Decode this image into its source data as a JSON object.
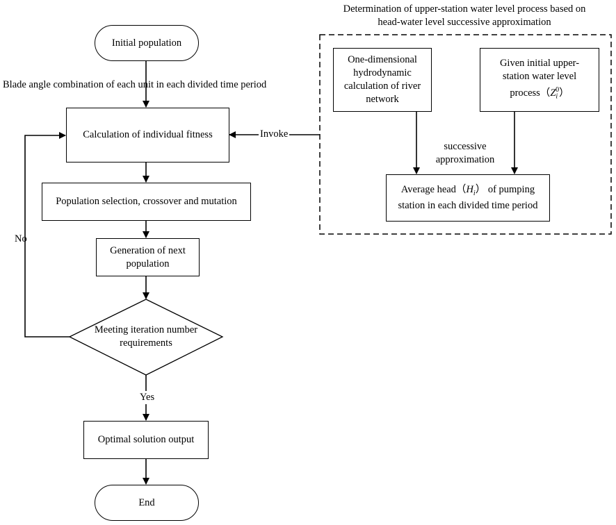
{
  "panel": {
    "title_line1": "Determination of upper-station water level process based on",
    "title_line2": "head-water level successive approximation",
    "box_left": {
      "line1": "One-dimensional",
      "line2": "hydrodynamic",
      "line3": "calculation of river",
      "line4": "network"
    },
    "box_right": {
      "line1": "Given initial upper-",
      "line2": "station water level",
      "line3_pre": "process（",
      "line3_var": "Z",
      "line3_sub": "i",
      "line3_sup": "0",
      "line3_post": "）"
    },
    "approx_line1": "successive",
    "approx_line2": "approximation",
    "box_bottom": {
      "line1_pre": "Average head（",
      "line1_var": "H",
      "line1_sub": "i",
      "line1_post": "） of pumping",
      "line2": "station in each divided time period"
    }
  },
  "flow": {
    "start": "Initial population",
    "blade_label": "Blade angle combination of each unit in each divided time period",
    "fitness": "Calculation of individual fitness",
    "invoke": "Invoke",
    "selection": "Population selection, crossover and mutation",
    "generation_line1": "Generation of next",
    "generation_line2": "population",
    "decision_line1": "Meeting iteration number",
    "decision_line2": "requirements",
    "no_label": "No",
    "yes_label": "Yes",
    "optimal": "Optimal solution output",
    "end": "End"
  }
}
